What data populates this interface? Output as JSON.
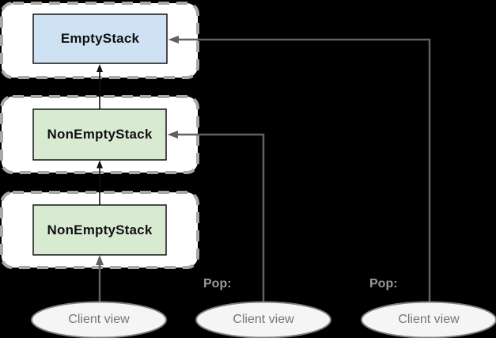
{
  "colors": {
    "background": "#000000",
    "frame_fill": "#ffffff",
    "frame_border": "#a8a8a8",
    "empty_stack_fill": "#cfe2f3",
    "non_empty_stack_fill": "#d9ead3",
    "box_border": "#141414",
    "arrow_gray": "#616161",
    "arrow_black": "#111111",
    "ellipse_fill": "#f5f5f5",
    "ellipse_border": "#7f7f7f",
    "pop_label_color": "#9a9a9a",
    "client_view_text_color": "#757575"
  },
  "diagram": {
    "frames": [
      {
        "label": "EmptyStack",
        "fill": "#cfe2f3"
      },
      {
        "label": "NonEmptyStack",
        "fill": "#d9ead3"
      },
      {
        "label": "NonEmptyStack",
        "fill": "#d9ead3"
      }
    ],
    "pop_labels": [
      "Pop:",
      "Pop:"
    ],
    "client_views": [
      {
        "label": "Client view"
      },
      {
        "label": "Client view"
      },
      {
        "label": "Client view"
      }
    ]
  }
}
